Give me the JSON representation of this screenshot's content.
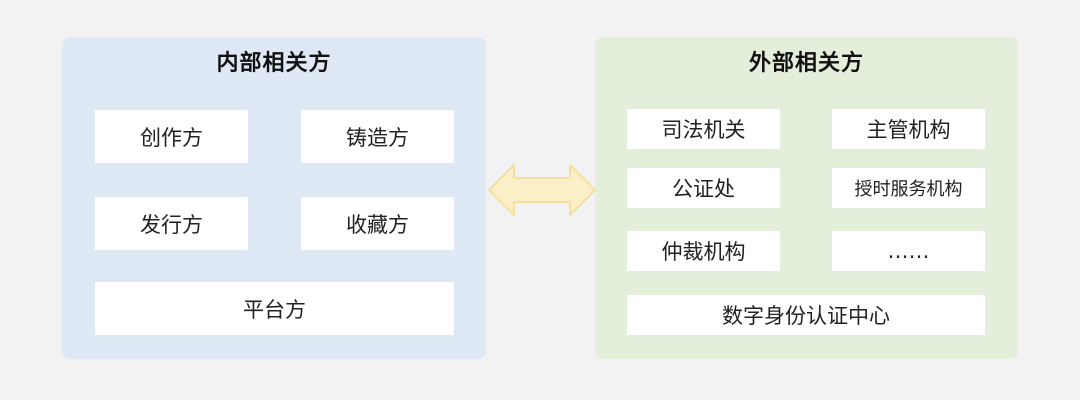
{
  "internal": {
    "title": "内部相关方",
    "items": [
      "创作方",
      "铸造方",
      "发行方",
      "收藏方",
      "平台方"
    ]
  },
  "external": {
    "title": "外部相关方",
    "items": [
      "司法机关",
      "主管机构",
      "公证处",
      "授时服务机构",
      "仲裁机构",
      "……",
      "数字身份认证中心"
    ]
  },
  "colors": {
    "background": "#f2f2f2",
    "internal_panel": "#dfe9f5",
    "external_panel": "#e4efdb",
    "arrow_fill": "#fbefc8",
    "arrow_stroke": "#f3dfa0"
  }
}
